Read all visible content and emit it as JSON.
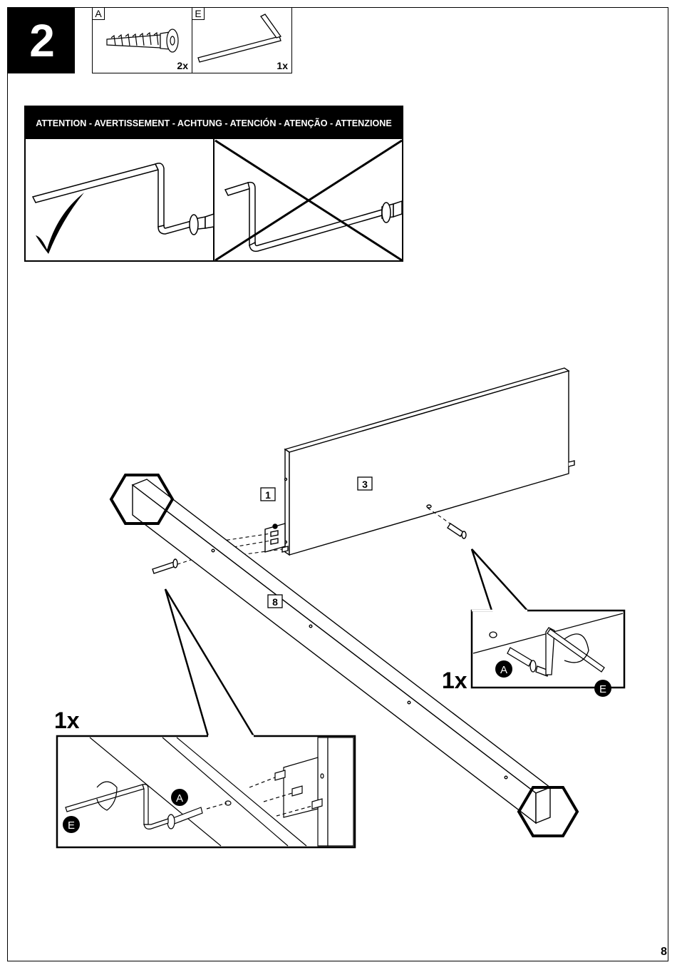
{
  "step": {
    "number": "2"
  },
  "parts": [
    {
      "letter": "A",
      "qty": "2x",
      "icon": "cam-screw-icon"
    },
    {
      "letter": "E",
      "qty": "1x",
      "icon": "hex-key-icon"
    }
  ],
  "attention": {
    "text": "ATTENTION - AVERTISSEMENT - ACHTUNG - ATENCIÓN - ATENÇÃO - ATTENZIONE"
  },
  "panels": {
    "p1": "1",
    "p3": "3",
    "p8": "8"
  },
  "details": {
    "right_qty": "1x",
    "left_qty": "1x",
    "callout_a": "A",
    "callout_e": "E"
  },
  "page": {
    "number": "8"
  }
}
